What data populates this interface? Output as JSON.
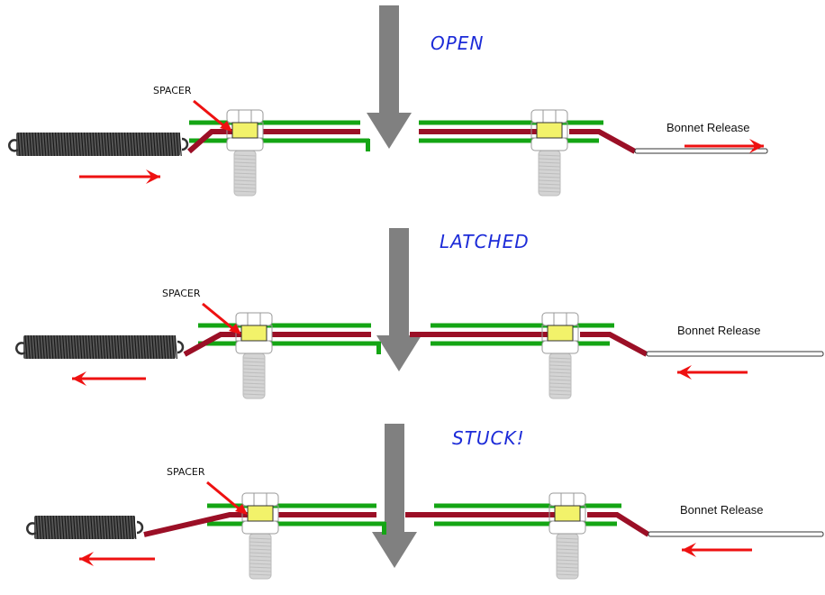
{
  "colors": {
    "bracket": "#14a514",
    "latch_bar": "#9b0f26",
    "spacer": "#f2f26a",
    "bolt": "#d4d4d4",
    "bolt_outline": "#9a9a9a",
    "spring": "#3a3a3a",
    "force_arrow": "#ee1111",
    "striker_arrow": "#808080",
    "title": "#1c2bd8"
  },
  "panels": [
    {
      "state": "open",
      "title": "OPEN",
      "spacer_label": "SPACER",
      "cable_label": "Bonnet Release",
      "spring_direction": "right",
      "cable_direction": "right",
      "latch_engaged": false
    },
    {
      "state": "latched",
      "title": "LATCHED",
      "spacer_label": "SPACER",
      "cable_label": "Bonnet Release",
      "spring_direction": "left",
      "cable_direction": "left",
      "latch_engaged": true
    },
    {
      "state": "stuck",
      "title": "STUCK!",
      "spacer_label": "SPACER",
      "cable_label": "Bonnet Release",
      "spring_direction": "left",
      "cable_direction": "left",
      "latch_engaged": true
    }
  ]
}
